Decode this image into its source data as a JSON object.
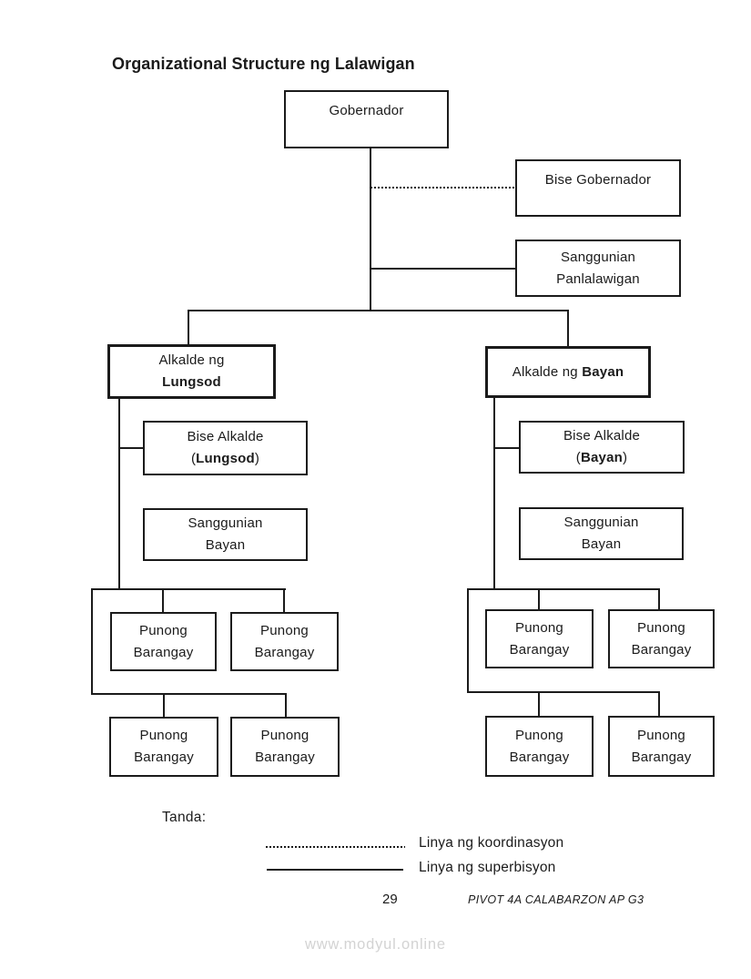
{
  "page": {
    "title": "Organizational Structure ng Lalawigan",
    "page_number": "29",
    "source_label": "PIVOT 4A CALABARZON AP G3",
    "watermark": "www.modyul.online"
  },
  "nodes": {
    "gobernador": "Gobernador",
    "bise_gobernador": "Bise Gobernador",
    "sanggunian_panlalawigan": {
      "line1": "Sanggunian",
      "line2": "Panlalawigan"
    },
    "alkalde": {
      "prefix": "Alkalde ng",
      "lungsod": "Lungsod",
      "bayan": "Bayan"
    },
    "bise_alkalde": {
      "title": "Bise Alkalde",
      "paren_open": "(",
      "paren_close": ")"
    },
    "sanggunian_bayan": {
      "line1": "Sanggunian",
      "line2": "Bayan"
    },
    "punong_barangay": {
      "line1": "Punong",
      "line2": "Barangay"
    }
  },
  "legend": {
    "heading": "Tanda:",
    "coordination_label": "Linya ng koordinasyon",
    "supervision_label": "Linya ng superbisyon"
  },
  "colors": {
    "ink": "#1b1b1b",
    "wm": "#d3d3d3"
  }
}
